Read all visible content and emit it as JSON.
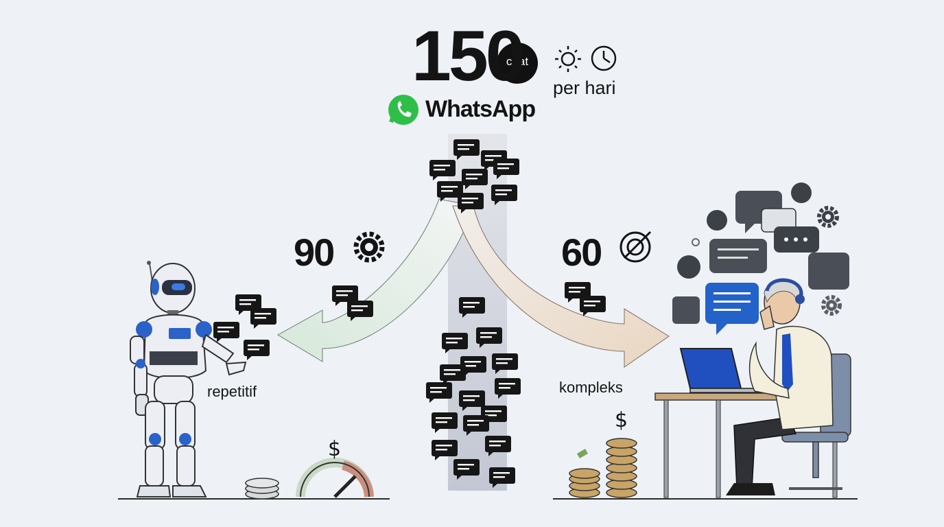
{
  "header": {
    "count": "150",
    "badge": "chat",
    "platform": "WhatsApp",
    "period": "per hari"
  },
  "left_branch": {
    "count": "90",
    "label": "repetitif"
  },
  "right_branch": {
    "count": "60",
    "label": "kompleks"
  },
  "icons": {
    "whatsapp": "whatsapp-logo-icon",
    "sun": "sun-icon",
    "clock": "clock-icon",
    "gear": "gear-icon",
    "target": "target-check-icon",
    "dollar": "dollar-icon",
    "gauge": "gauge-icon",
    "coins": "coin-stack-icon",
    "robot": "robot-icon",
    "agent": "human-agent-icon"
  },
  "colors": {
    "ink": "#141414",
    "whatsapp_green": "#2fbf49",
    "robot_blue": "#2a62c9",
    "laptop_blue": "#2050c0",
    "left_arrow": "#dfece3",
    "right_arrow": "#ecdccb",
    "center_stream": "#cdd0da",
    "coin": "#c9a467"
  }
}
